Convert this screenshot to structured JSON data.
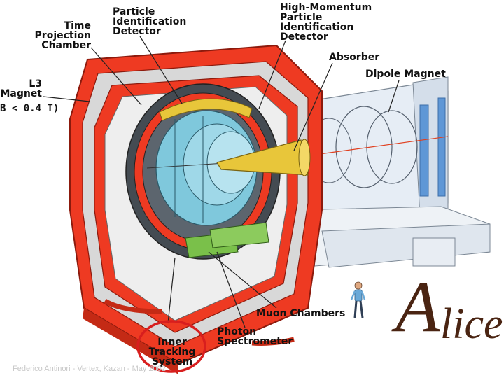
{
  "labels": {
    "tpc": "Time\nProjection\nChamber",
    "pid": "Particle\nIdentification\nDetector",
    "hmpid": "High-Momentum\nParticle\nIdentification\nDetector",
    "absorber": "Absorber",
    "dipole": "Dipole Magnet",
    "l3": "L3\nMagnet",
    "field": "B < 0.4 T)",
    "muon": "Muon Chambers",
    "photon": "Photon\nSpectrometer",
    "its": "Inner\nTracking\nSystem"
  },
  "logo": {
    "first": "A",
    "rest": "lice"
  },
  "footer": "Federico Antinori - Vertex, Kazan - May 2002",
  "colors": {
    "yoke": "#ee3a22",
    "highlight_circle": "#d81e1e",
    "detector": "#7fc8dc",
    "absorber": "#e8c63a"
  }
}
